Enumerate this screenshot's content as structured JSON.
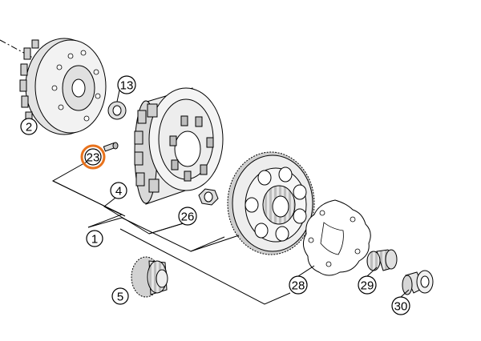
{
  "diagram": {
    "highlight_color": "#e8721c",
    "highlighted_part": "23",
    "callouts": [
      {
        "id": "c1",
        "label": "1"
      },
      {
        "id": "c2",
        "label": "2"
      },
      {
        "id": "c4",
        "label": "4"
      },
      {
        "id": "c5",
        "label": "5"
      },
      {
        "id": "c13",
        "label": "13"
      },
      {
        "id": "c23",
        "label": "23"
      },
      {
        "id": "c26",
        "label": "26"
      },
      {
        "id": "c28",
        "label": "28"
      },
      {
        "id": "c29",
        "label": "29"
      },
      {
        "id": "c30",
        "label": "30"
      }
    ]
  }
}
